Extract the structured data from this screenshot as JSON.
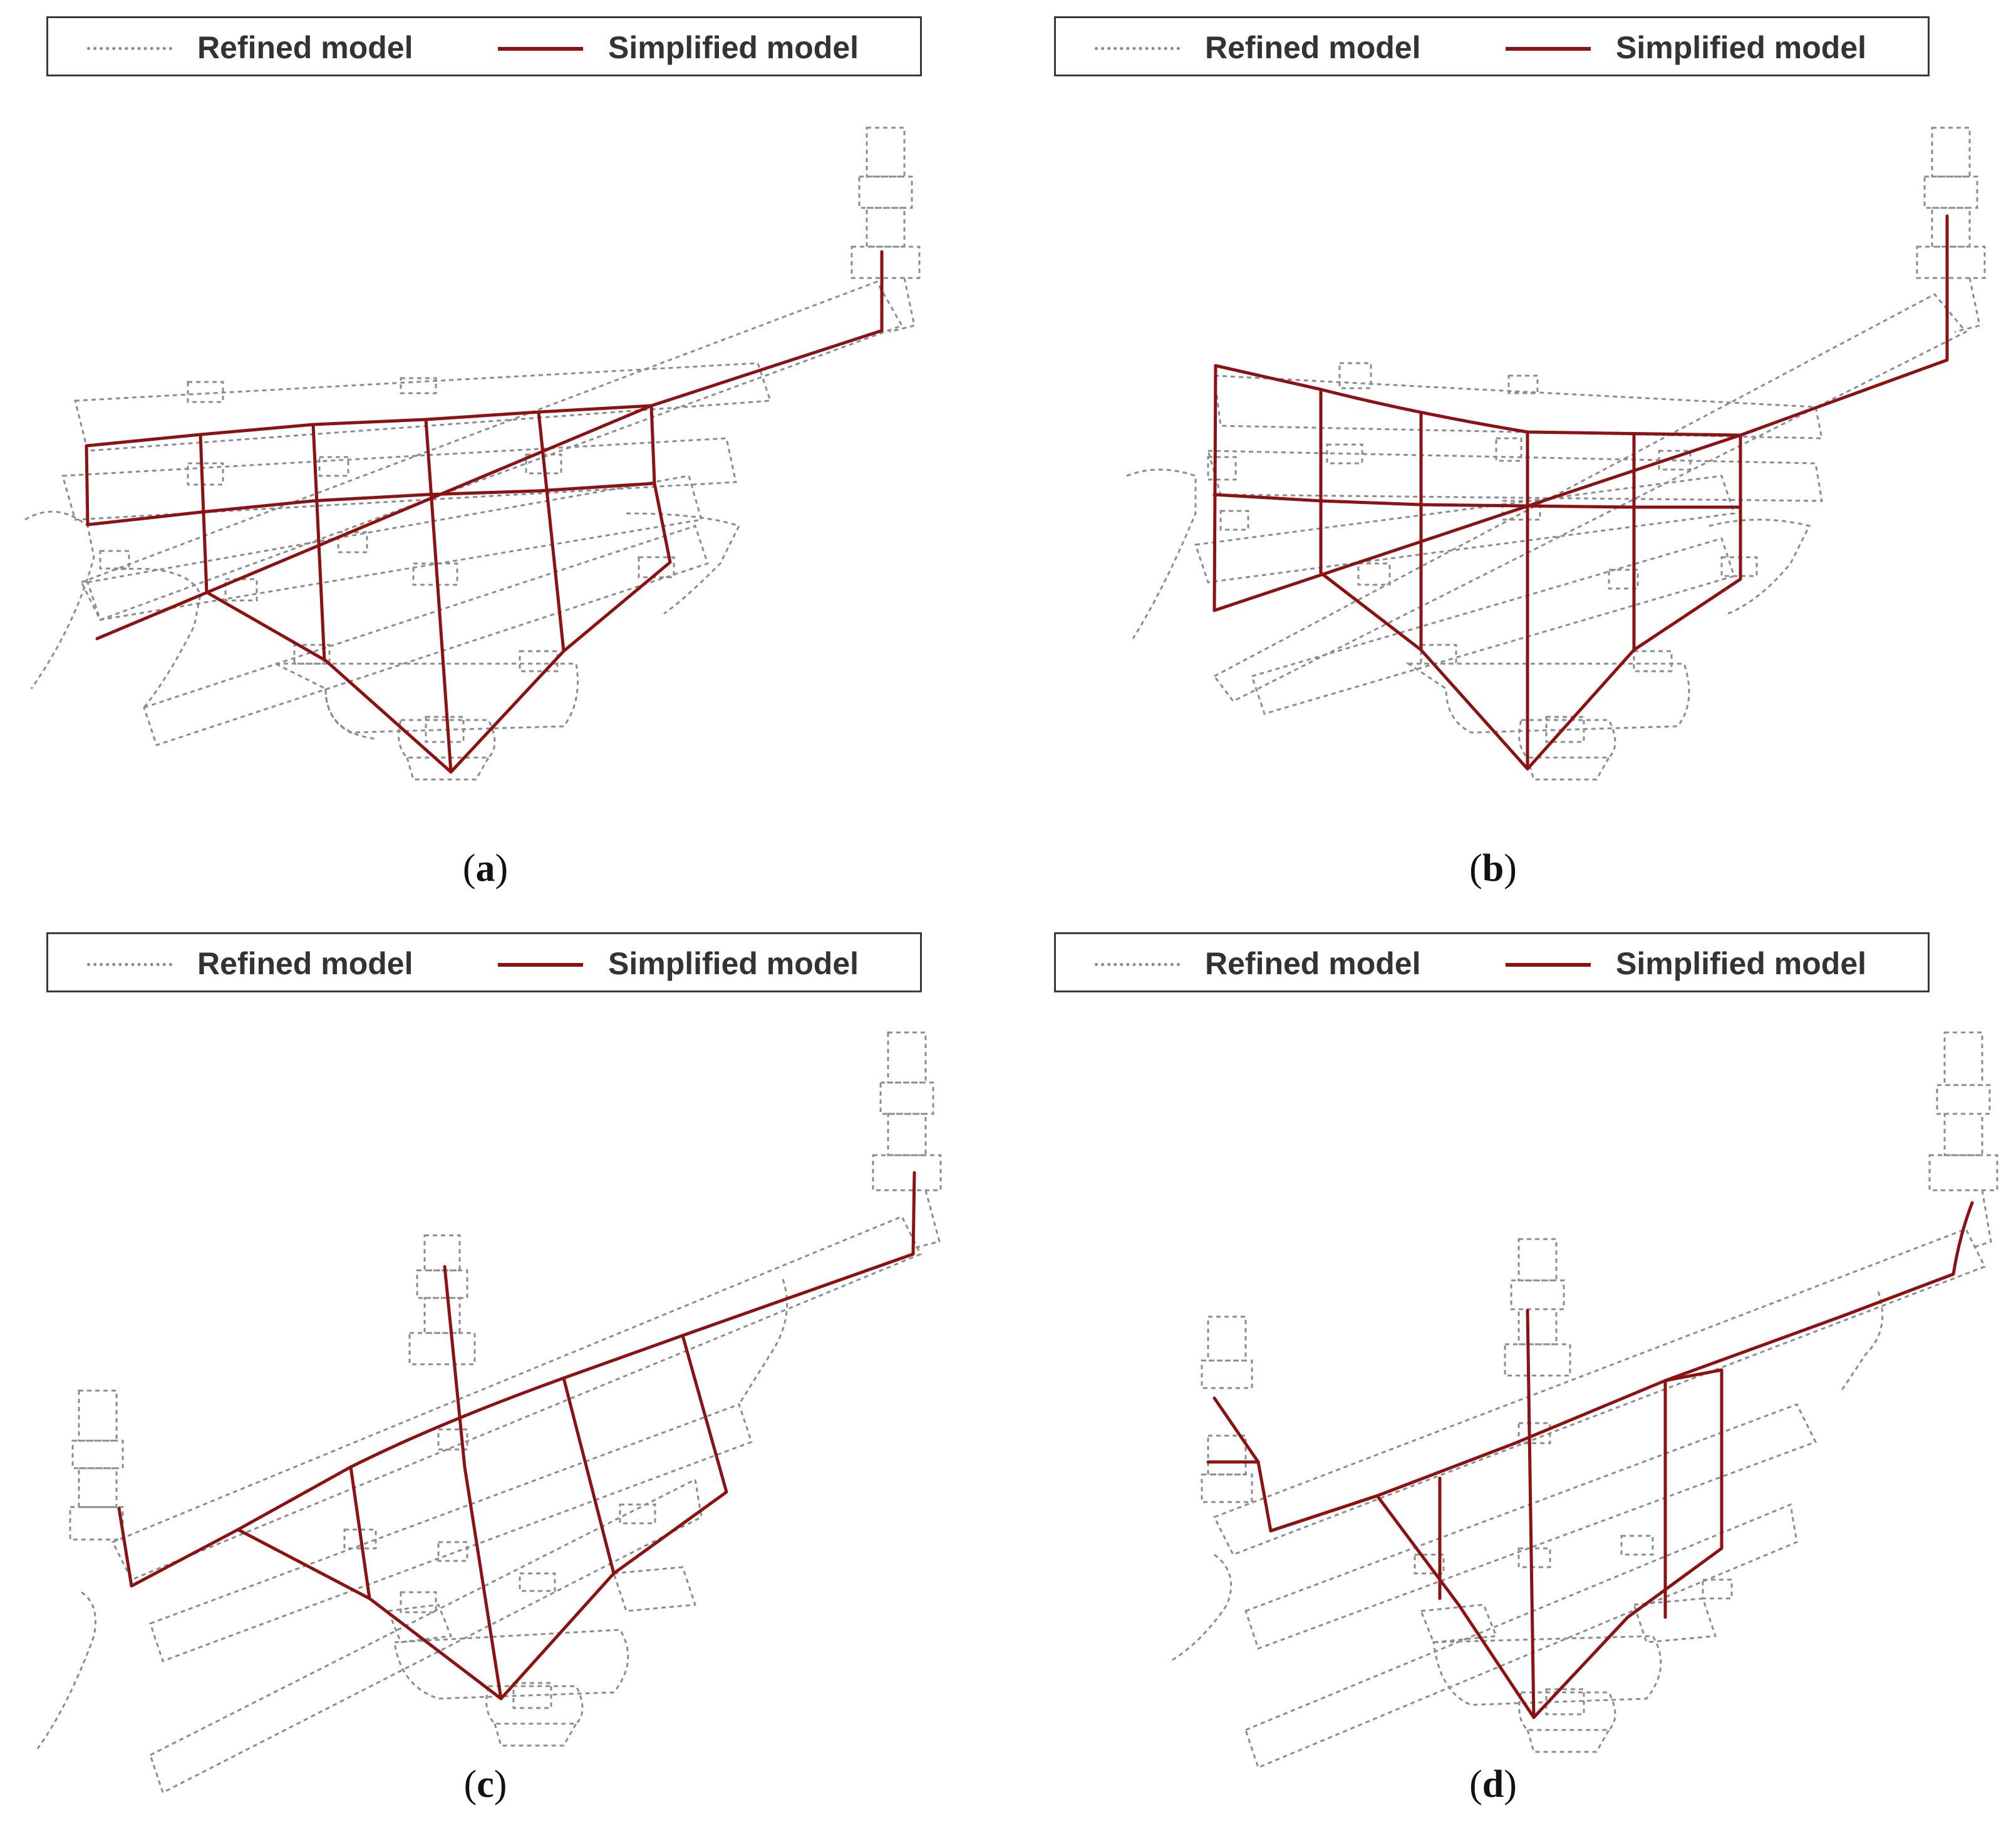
{
  "legend": {
    "refined_label": "Refined model",
    "simplified_label": "Simplified model"
  },
  "colors": {
    "refined": "#8c8c8c",
    "simplified": "#8b1212"
  },
  "panels": [
    {
      "id": "a",
      "letter": "a"
    },
    {
      "id": "b",
      "letter": "b"
    },
    {
      "id": "c",
      "letter": "c"
    },
    {
      "id": "d",
      "letter": "d"
    }
  ]
}
